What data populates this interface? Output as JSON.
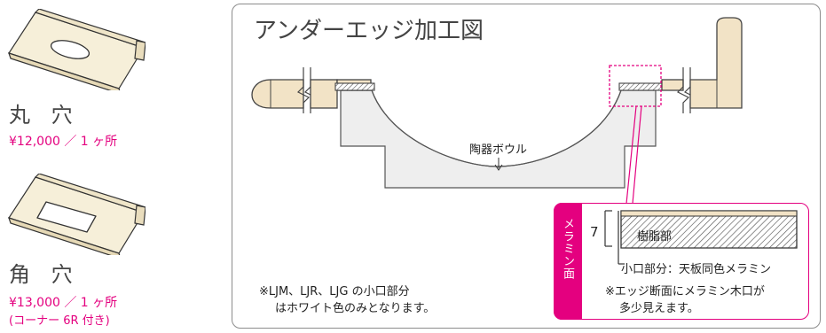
{
  "left_column": {
    "round_hole": {
      "title": "丸 穴",
      "price": "¥12,000 ／ 1 ヶ所"
    },
    "square_hole": {
      "title": "角 穴",
      "price": "¥13,000 ／ 1 ヶ所",
      "note": "(コーナー 6R 付き)"
    }
  },
  "diagram": {
    "title": "アンダーエッジ加工図",
    "bowl_label": "陶器ボウル",
    "bowl_arrow": "↓",
    "note_left": [
      "※LJM、LJR、LJG の小口部分",
      "はホワイト色のみとなります。"
    ]
  },
  "inset": {
    "tab_label": "メラミン面",
    "dimension": "7",
    "resin_label": "樹脂部",
    "edge_label": "小口部分：天板同色メラミン",
    "note": [
      "※エッジ断面にメラミン木口が",
      "多少見えます。"
    ]
  },
  "colors": {
    "accent": "#e4007f",
    "counter_fill": "#f2e3c6",
    "bowl_fill": "#eeeeee"
  }
}
